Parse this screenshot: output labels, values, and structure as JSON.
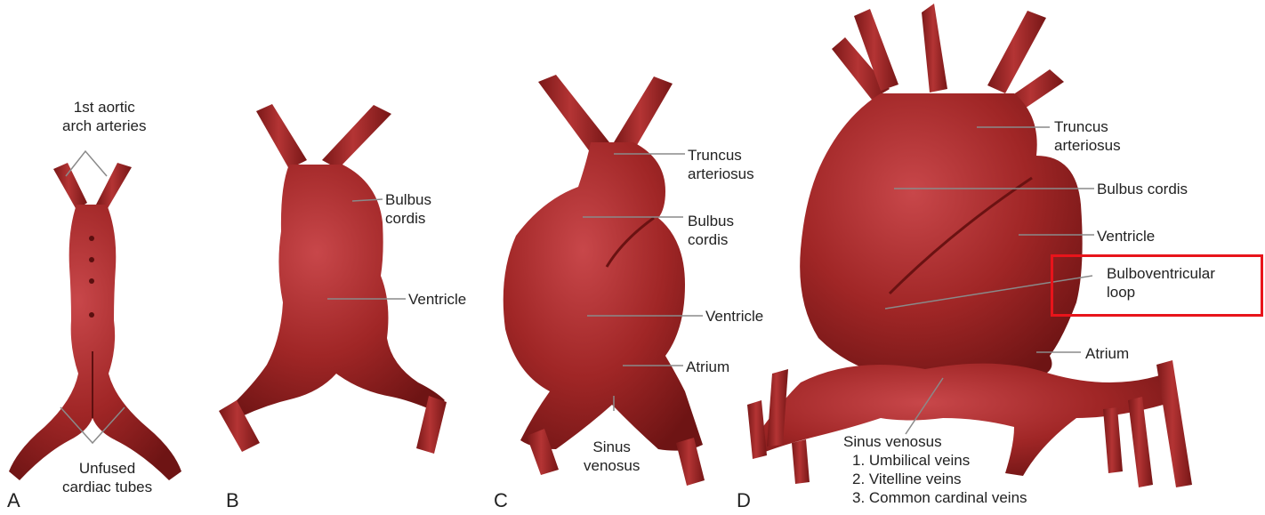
{
  "colors": {
    "tissue": "#9e2222",
    "tissue_dark": "#6f1414",
    "tissue_light": "#c14040",
    "leader": "#8a8a8a",
    "highlight": "#e8141b"
  },
  "panels": {
    "a": {
      "letter": "A",
      "aortic_line1": "1st aortic",
      "aortic_line2": "arch arteries",
      "unfused_line1": "Unfused",
      "unfused_line2": "cardiac tubes"
    },
    "b": {
      "letter": "B",
      "bulbus_line1": "Bulbus",
      "bulbus_line2": "cordis",
      "ventricle": "Ventricle"
    },
    "c": {
      "letter": "C",
      "truncus_line1": "Truncus",
      "truncus_line2": "arteriosus",
      "bulbus_line1": "Bulbus",
      "bulbus_line2": "cordis",
      "ventricle": "Ventricle",
      "atrium": "Atrium",
      "sinus_line1": "Sinus",
      "sinus_line2": "venosus"
    },
    "d": {
      "letter": "D",
      "truncus_line1": "Truncus",
      "truncus_line2": "arteriosus",
      "bulbus": "Bulbus cordis",
      "ventricle": "Ventricle",
      "loop_line1": "Bulboventricular",
      "loop_line2": "loop",
      "atrium": "Atrium",
      "sinus": "Sinus venosus",
      "vein1": "1. Umbilical veins",
      "vein2": "2. Vitelline veins",
      "vein3": "3. Common cardinal veins"
    }
  }
}
